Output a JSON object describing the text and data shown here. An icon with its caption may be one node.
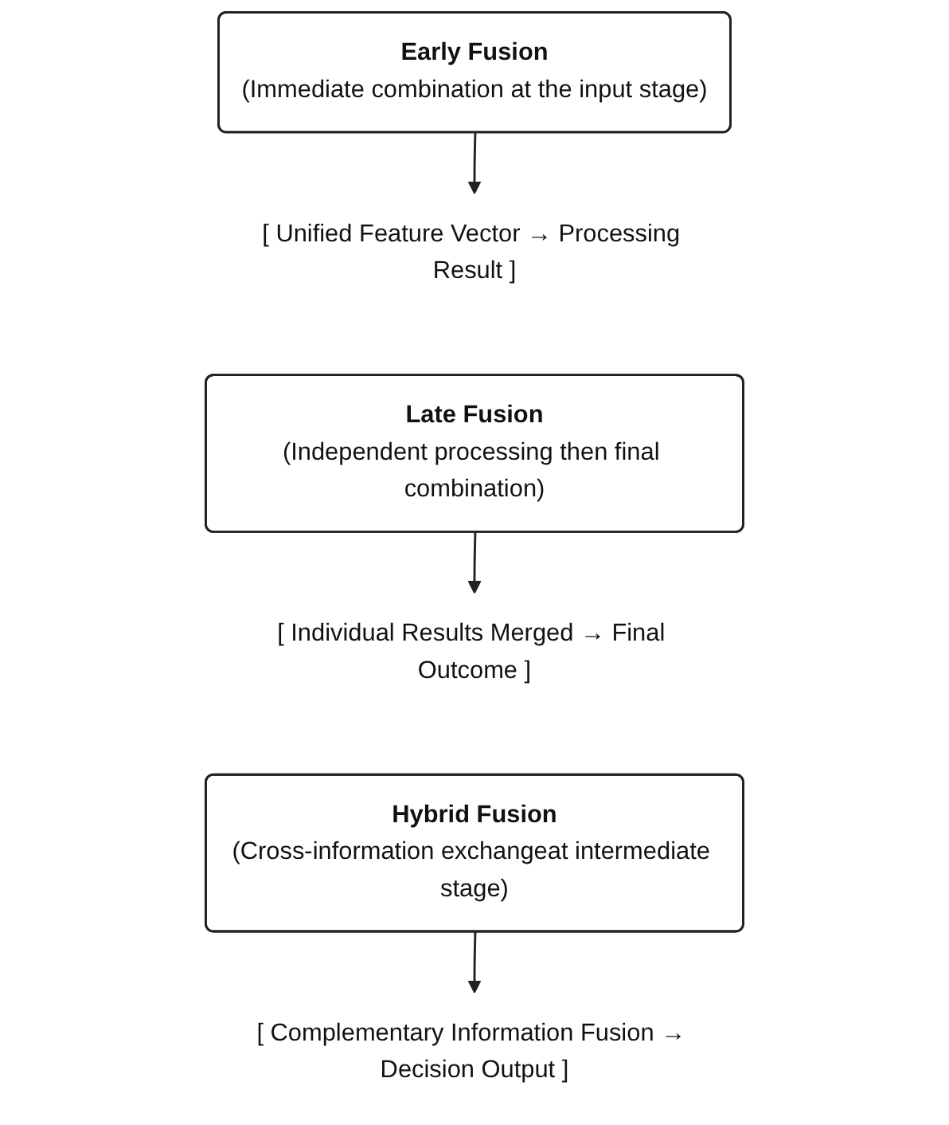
{
  "diagram": {
    "nodes": [
      {
        "text": [
          "Early Fusion",
          "(Immediate combination at the input stage)"
        ]
      },
      {
        "text": [
          "[ Unified Feature Vector → Processing Result ]"
        ]
      },
      {
        "text": [
          "Late Fusion",
          "(Independent processing then final combination)"
        ]
      },
      {
        "text": [
          "[ Individual Results Merged → Final Outcome ]"
        ]
      },
      {
        "text": [
          "Hybrid Fusion",
          "(Cross-information exchangeat intermediate stage)"
        ]
      },
      {
        "text": [
          "[ Complementary Information Fusion → Decision Output ]"
        ]
      }
    ],
    "edges": [
      {
        "from": 0,
        "to": 1,
        "arrow": "to"
      },
      {
        "from": 2,
        "to": 3,
        "arrow": "to"
      },
      {
        "from": 4,
        "to": 5,
        "arrow": "to"
      }
    ]
  }
}
